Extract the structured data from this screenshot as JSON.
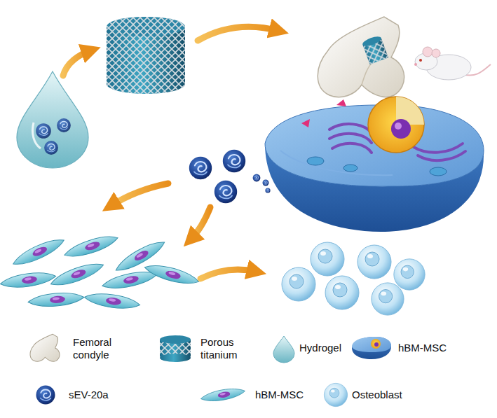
{
  "diagram": {
    "legend": [
      {
        "text": "Femoral condyle"
      },
      {
        "text": "Porous titanium"
      },
      {
        "text": "Hydrogel"
      },
      {
        "text": "hBM-MSC"
      },
      {
        "text": "sEV-20a"
      },
      {
        "text": "hBM-MSC"
      },
      {
        "text": "Osteoblast"
      }
    ]
  }
}
